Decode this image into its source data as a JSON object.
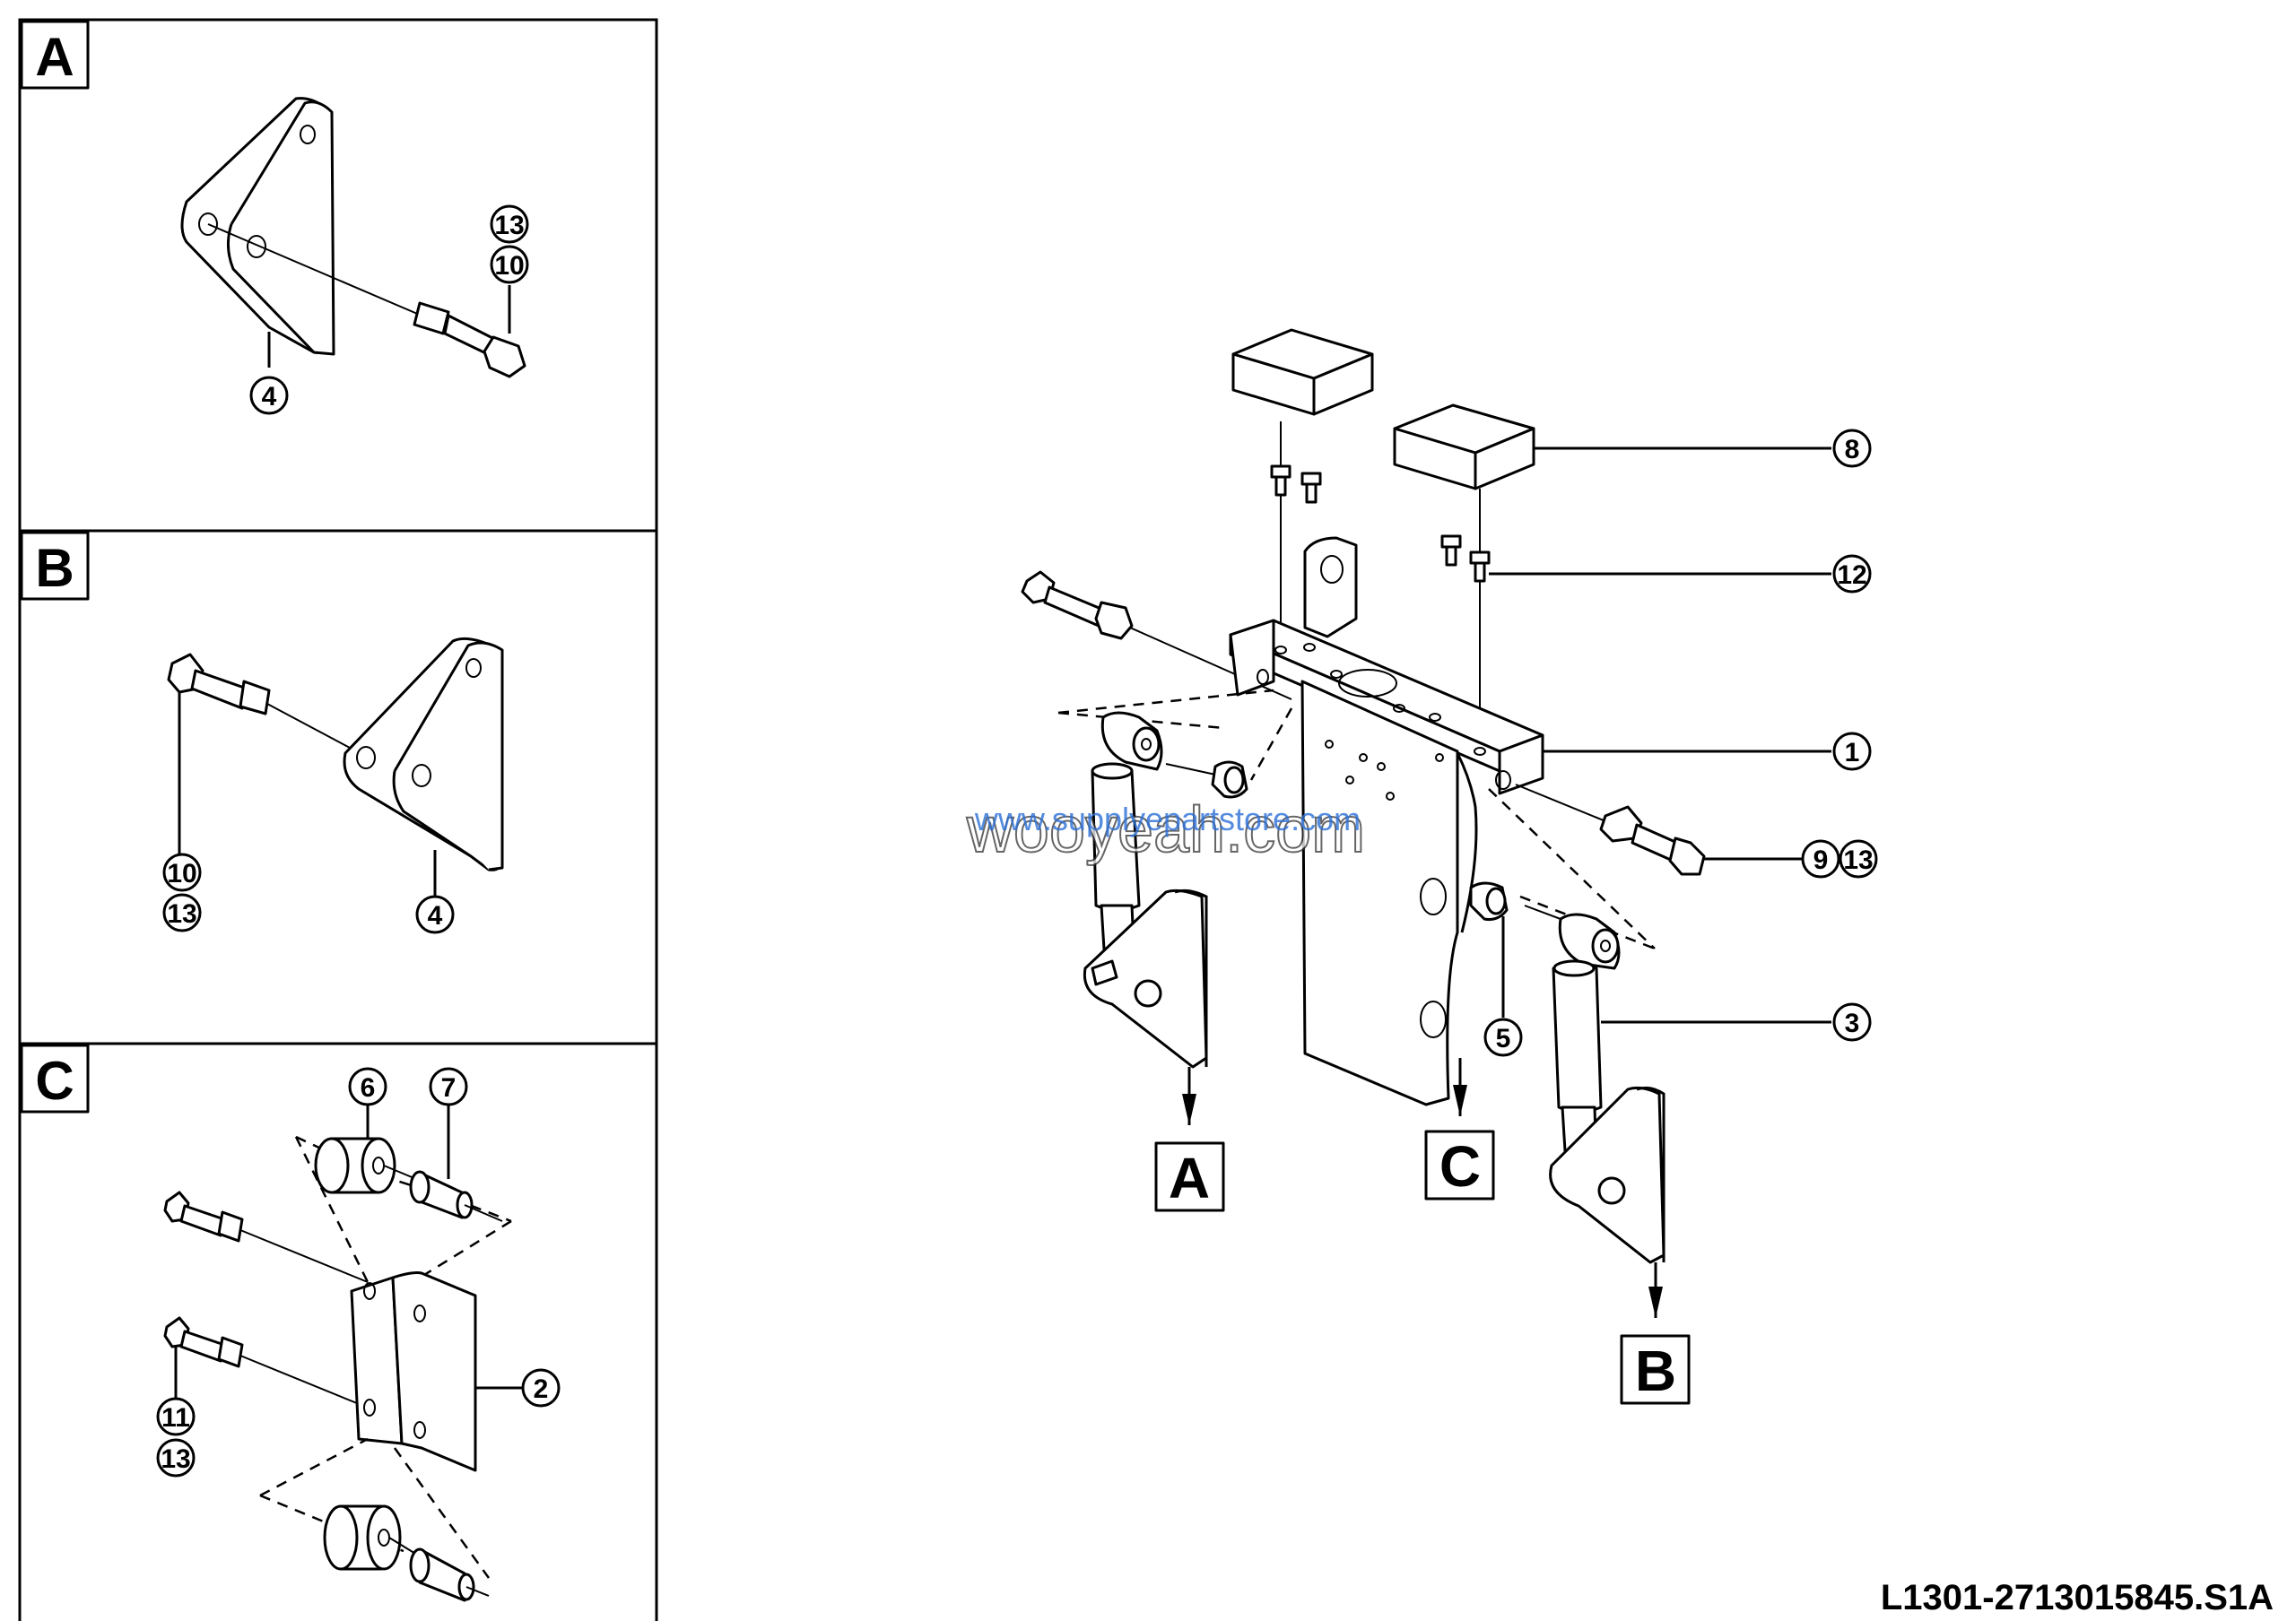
{
  "views": [
    {
      "id": "A",
      "label": "A"
    },
    {
      "id": "B",
      "label": "B"
    },
    {
      "id": "C",
      "label": "C"
    }
  ],
  "callouts": {
    "a_13": "13",
    "a_10": "10",
    "a_4": "4",
    "b_10": "10",
    "b_13": "13",
    "b_4": "4",
    "c_6": "6",
    "c_7": "7",
    "c_2": "2",
    "c_11": "11",
    "c_13": "13",
    "m_8": "8",
    "m_12": "12",
    "m_1": "1",
    "m_9": "9",
    "m_13": "13",
    "m_3": "3",
    "m_5": "5"
  },
  "main_view_flags": {
    "A": "A",
    "B": "B",
    "C": "C"
  },
  "watermark": {
    "primary": "wooyeah.com",
    "secondary": "www.supplyepartstore.com"
  },
  "drawing_ref": "L1301-2713015845.S1A"
}
